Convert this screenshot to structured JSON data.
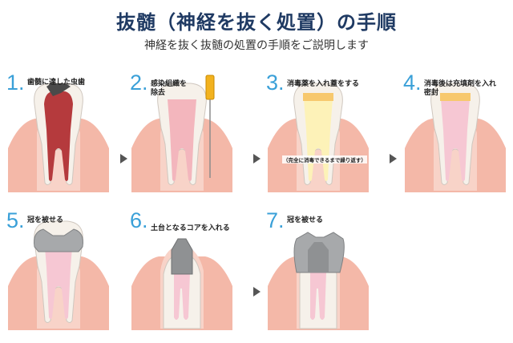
{
  "header": {
    "title": "抜髄（神経を抜く処置）の手順",
    "subtitle": "神経を抜く抜髄の処置の手順をご説明します"
  },
  "steps": [
    {
      "num": "1.",
      "caption": "歯髄に達した虫歯"
    },
    {
      "num": "2.",
      "caption": "感染組織を\n除去"
    },
    {
      "num": "3.",
      "caption": "消毒薬を入れ蓋をする",
      "note": "（完全に消毒できるまで繰り返す）"
    },
    {
      "num": "4.",
      "caption": "消毒後は充填剤を入れ\n密封"
    },
    {
      "num": "5.",
      "caption": "冠を被せる"
    },
    {
      "num": "6.",
      "caption": "土台となるコアを入れる"
    },
    {
      "num": "7.",
      "caption": "冠を被せる"
    }
  ],
  "colors": {
    "gum": "#f4b8a8",
    "tooth": "#f6f1ea",
    "pulp": "#f3b6bd",
    "infected": "#b53a3d",
    "yellow_fill": "#fdf2b8",
    "cap": "#f7c86d",
    "metal": "#a7a9ab",
    "number": "#3aa0d8",
    "title": "#1f3a63"
  }
}
